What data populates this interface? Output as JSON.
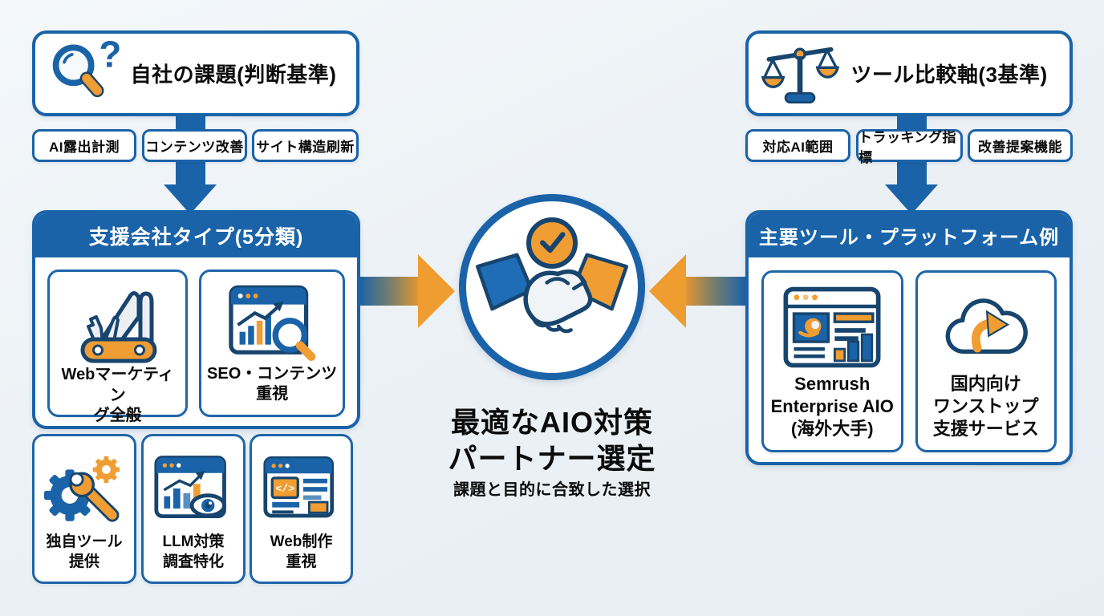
{
  "colors": {
    "primary_blue": "#1a63a8",
    "navy_outline": "#17456e",
    "accent_orange": "#f09d33",
    "background": "#edf2f6",
    "card_background": "#ffffff",
    "text": "#0b0b0b"
  },
  "left": {
    "top_box": {
      "title": "自社の課題(判断基準)",
      "icon": "magnifier-question-icon"
    },
    "chips": [
      "AI露出計測",
      "コンテンツ改善",
      "サイト構造刷新"
    ],
    "group": {
      "header": "支援会社タイプ(5分類)",
      "cards": [
        {
          "icon": "swiss-army-knife-icon",
          "label_lines": [
            "Webマーケティン",
            "グ全般"
          ]
        },
        {
          "icon": "browser-chart-magnifier-icon",
          "label_lines": [
            "SEO・コンテンツ",
            "重視"
          ]
        }
      ]
    },
    "standalone_cards": [
      {
        "icon": "gear-wrench-icon",
        "label_lines": [
          "独自ツール",
          "提供"
        ]
      },
      {
        "icon": "browser-chart-eye-icon",
        "label_lines": [
          "LLM対策",
          "調査特化"
        ]
      },
      {
        "icon": "browser-code-icon",
        "label_lines": [
          "Web制作",
          "重視"
        ]
      }
    ]
  },
  "center": {
    "icon": "handshake-icon",
    "badge_icon": "check-icon",
    "title_lines": [
      "最適なAIO対策",
      "パートナー選定"
    ],
    "subtitle": "課題と目的に合致した選択"
  },
  "right": {
    "top_box": {
      "title": "ツール比較軸(3基準)",
      "icon": "balance-scale-icon"
    },
    "chips": [
      "対応AI範囲",
      "トラッキング指標",
      "改善提案機能"
    ],
    "group": {
      "header": "主要ツール・プラットフォーム例",
      "cards": [
        {
          "icon": "semrush-dashboard-icon",
          "label_lines": [
            "Semrush",
            "Enterprise AIO",
            "(海外大手)"
          ]
        },
        {
          "icon": "cloud-arrow-icon",
          "label_lines": [
            "国内向け",
            "ワンストップ",
            "支援サービス"
          ]
        }
      ]
    }
  }
}
